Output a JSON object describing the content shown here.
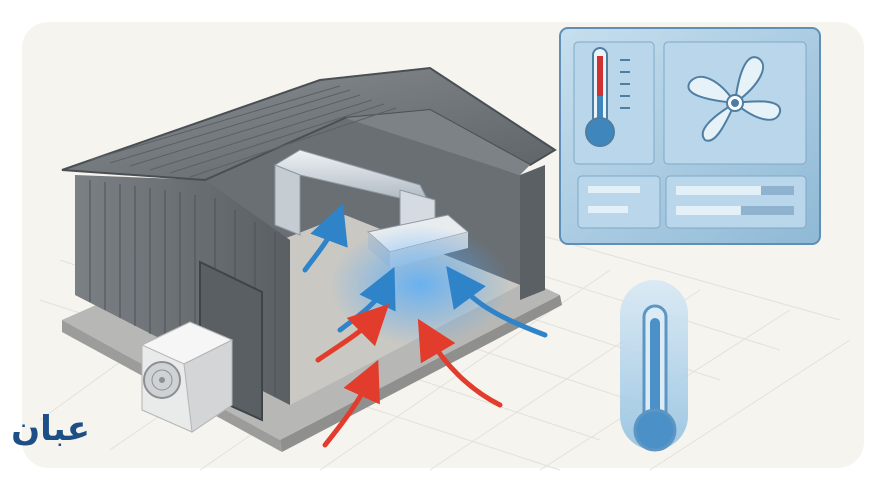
{
  "illustration": {
    "subject": "building-hvac-airflow",
    "colors": {
      "background": "#f6f4ef",
      "building_steel": "#6f7479",
      "panel": "#9dc4dc",
      "panel_border": "#5f8fb5",
      "thermometer_red": "#cf3030",
      "thermometer_blue": "#3f86bd",
      "warm_air": "#e23c2c",
      "cool_air": "#2f83c9"
    }
  },
  "dashboard": {
    "temperature_icon": "thermometer-icon",
    "fan_icon": "fan-icon",
    "bar_levels": [
      0.72,
      0.55
    ]
  },
  "logo": {
    "text": "عبان"
  }
}
